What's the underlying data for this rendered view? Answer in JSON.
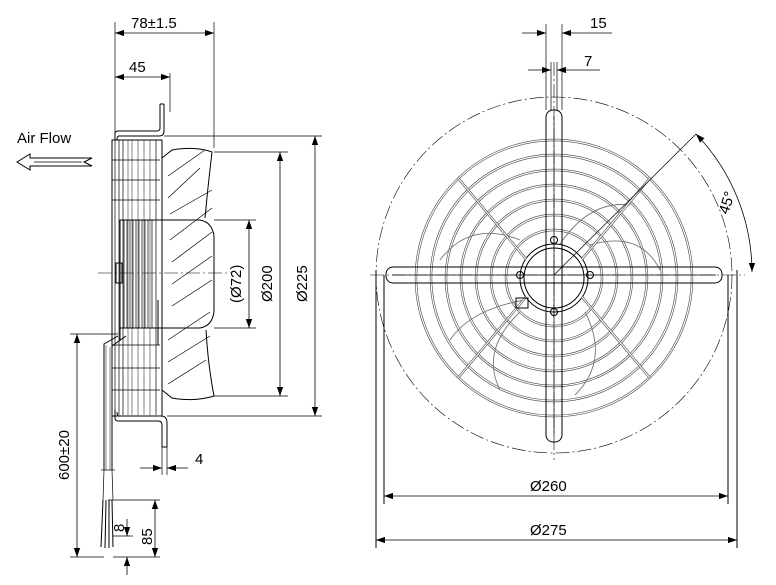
{
  "side_view": {
    "air_flow_label": "Air Flow",
    "depth_dim": "78±1.5",
    "guard_depth_dim": "45",
    "hub_dia_dim": "(Ø72)",
    "impeller_dia_dim": "Ø200",
    "guard_dia_dim": "Ø225",
    "flange_dim": "4",
    "cable_length_dim": "600±20",
    "strip_dim": "8",
    "wire_end_dim": "85"
  },
  "front_view": {
    "bar_width_dim": "15",
    "bar_inner_dim": "7",
    "angle_dim": "45°",
    "outer_dia_dim": "Ø260",
    "frame_dia_dim": "Ø275"
  }
}
